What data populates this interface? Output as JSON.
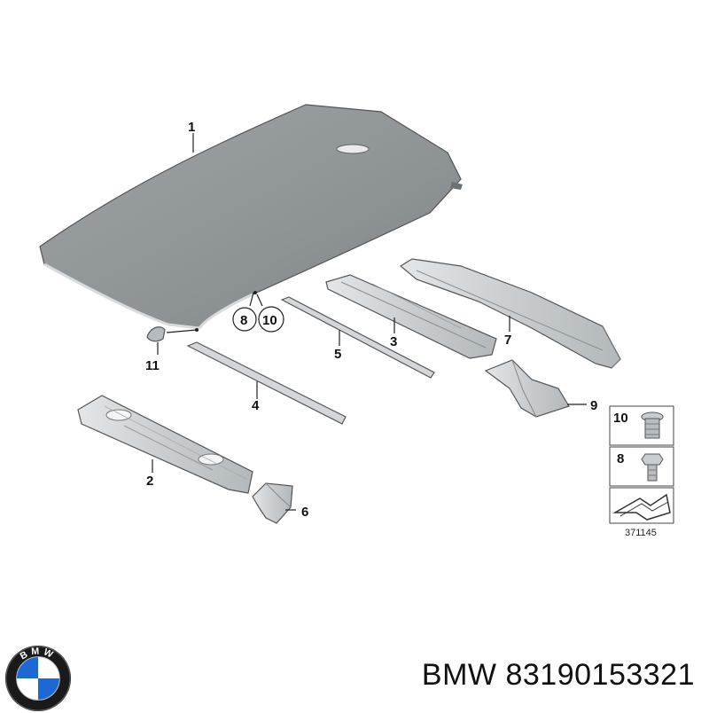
{
  "diagram": {
    "callouts": {
      "c1": "1",
      "c2": "2",
      "c3": "3",
      "c4": "4",
      "c5": "5",
      "c6": "6",
      "c7": "7",
      "c8": "8",
      "c9": "9",
      "c10": "10",
      "c11": "11"
    },
    "legend": {
      "item_10": "10",
      "item_8": "8"
    },
    "diagram_number": "371145"
  },
  "caption": {
    "brand": "BMW",
    "part_number": "83190153321"
  },
  "logo": {
    "letters": "BMW",
    "colors": {
      "blue": "#1c69d4",
      "white": "#ffffff",
      "ring": "#1a1a1a"
    }
  }
}
